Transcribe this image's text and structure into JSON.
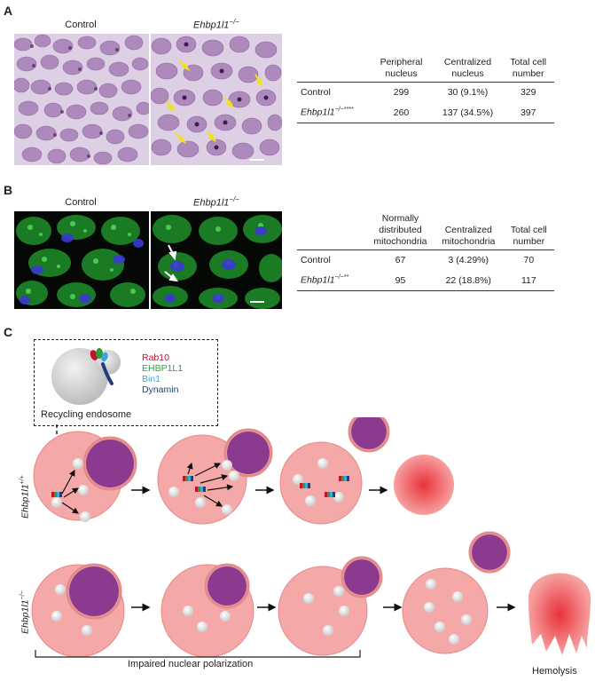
{
  "panel_a": {
    "label": "A",
    "img_left_caption": "Control",
    "img_right_caption": "Ehbp1l1",
    "img_right_caption_sup": "−/−",
    "table": {
      "headers": [
        "",
        "Peripheral nucleus",
        "Centralized nucleus",
        "Total cell number"
      ],
      "rows": [
        {
          "name": "Control",
          "sup": "",
          "v1": "299",
          "v2": "30 (9.1%)",
          "v3": "329"
        },
        {
          "name": "Ehbp1l1",
          "sup": "−/−****",
          "v1": "260",
          "v2": "137 (34.5%)",
          "v3": "397"
        }
      ]
    }
  },
  "panel_b": {
    "label": "B",
    "img_left_caption": "Control",
    "img_right_caption": "Ehbp1l1",
    "img_right_caption_sup": "−/−",
    "table": {
      "headers": [
        "",
        "Normally distributed mitochondria",
        "Centralized mitochondria",
        "Total cell number"
      ],
      "rows": [
        {
          "name": "Control",
          "sup": "",
          "v1": "67",
          "v2": "3 (4.29%)",
          "v3": "70"
        },
        {
          "name": "Ehbp1l1",
          "sup": "−/−**",
          "v1": "95",
          "v2": "22 (18.8%)",
          "v3": "117"
        }
      ]
    }
  },
  "panel_c": {
    "label": "C",
    "legend": [
      {
        "text": "Rab10",
        "color": "#c8102e"
      },
      {
        "text": "EHBP1L1",
        "color": "#2e9e3c"
      },
      {
        "text": "Bin1",
        "color": "#3ba8d8"
      },
      {
        "text": "Dynamin",
        "color": "#1f3f7a"
      }
    ],
    "endosome_caption": "Recycling endosome",
    "row1_label": "Ehbp1l1",
    "row1_sup": "+/+",
    "row2_label": "Ehbp1l1",
    "row2_sup": "−/−",
    "impaired_caption": "Impaired nuclear polarization",
    "hemolysis_caption": "Hemolysis",
    "colors": {
      "cell": "#f4a9a8",
      "cell_edge": "#e58a8a",
      "nucleus": "#8b3a8f",
      "vesicle": "#e2e2e2"
    }
  }
}
